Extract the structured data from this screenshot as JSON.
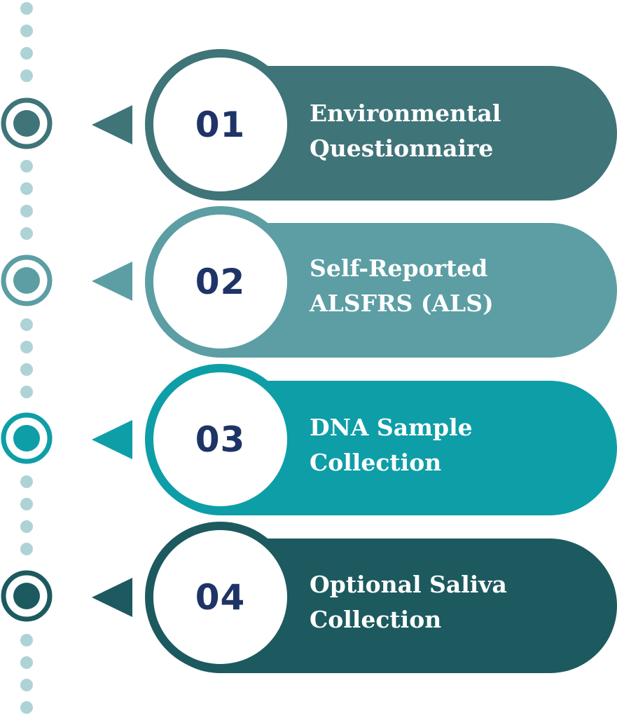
{
  "steps": [
    {
      "number": "01",
      "line1": "Environmental",
      "line2": "Questionnaire",
      "color": "#3f7478",
      "ring_color": "#3f7478"
    },
    {
      "number": "02",
      "line1": "Self-Reported",
      "line2": "ALSFRS (ALS)",
      "color": "#5c9ea4",
      "ring_color": "#5c9ea4"
    },
    {
      "number": "03",
      "line1": "DNA Sample",
      "line2": "Collection",
      "color": "#0e9ea7",
      "ring_color": "#0e9ea7"
    },
    {
      "number": "04",
      "line1": "Optional Saliva",
      "line2": "Collection",
      "color": "#1c5a5f",
      "ring_color": "#1c5a5f"
    }
  ],
  "timeline_dot_color": "#aed3d6"
}
